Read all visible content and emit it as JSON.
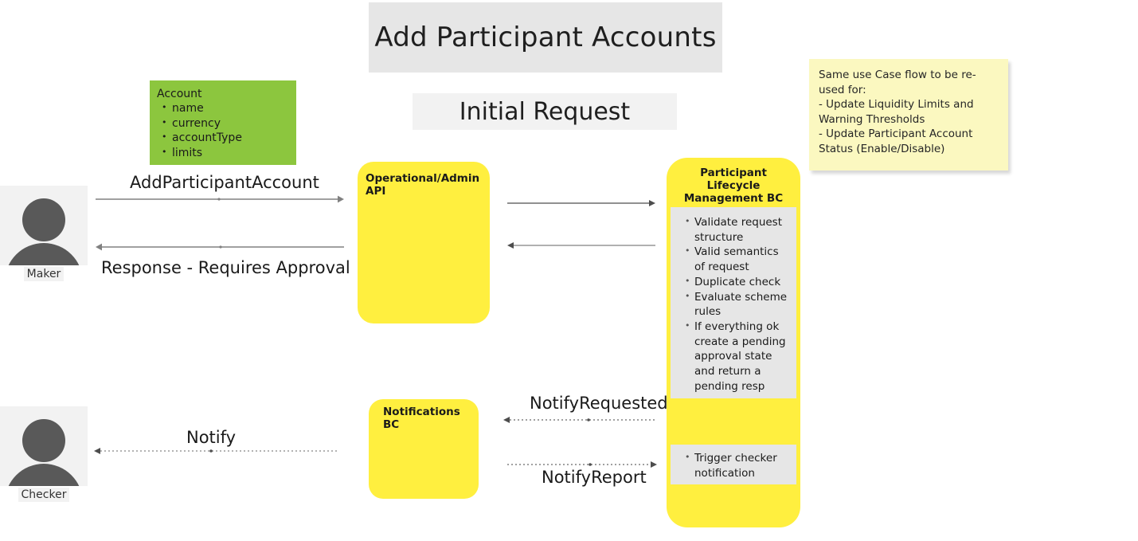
{
  "diagram": {
    "title": "Add Participant Accounts",
    "subtitle": "Initial Request"
  },
  "actors": [
    {
      "name": "Maker",
      "label": "Maker",
      "icon": "person-icon"
    },
    {
      "name": "Checker",
      "label": "Checker",
      "icon": "person-icon"
    }
  ],
  "data_object": {
    "title": "Account",
    "fields": [
      "name",
      "currency",
      "accountType",
      "limits"
    ],
    "color": "#8cc63e"
  },
  "lanes": [
    {
      "id": "operational-admin-api",
      "title": "Operational/Admin API",
      "color": "#ffef3f"
    },
    {
      "id": "notifications-bc",
      "title": "Notifications BC",
      "color": "#ffef3f"
    },
    {
      "id": "participant-lifecycle-management-bc",
      "title": "Participant Lifecycle Management BC",
      "color": "#ffef3f"
    }
  ],
  "activities": [
    {
      "id": "validate-activity",
      "items": [
        "Validate request structure",
        "Valid semantics of request",
        "Duplicate check",
        "Evaluate scheme rules",
        "If everything ok create a pending approval state and return a pending resp"
      ]
    },
    {
      "id": "trigger-activity",
      "items": [
        "Trigger checker notification"
      ]
    }
  ],
  "messages": [
    {
      "id": "add-participant-account",
      "label": "AddParticipantAccount",
      "style": "solid",
      "direction": "right"
    },
    {
      "id": "response-requires-approval",
      "label": "Response - Requires Approval",
      "style": "solid",
      "direction": "left"
    },
    {
      "id": "api-to-plm-request",
      "label": "",
      "style": "solid",
      "direction": "right"
    },
    {
      "id": "plm-to-api-response",
      "label": "",
      "style": "solid",
      "direction": "left"
    },
    {
      "id": "notify-requested",
      "label": "NotifyRequested",
      "style": "dotted",
      "direction": "left"
    },
    {
      "id": "notify-report",
      "label": "NotifyReport",
      "style": "dotted",
      "direction": "right"
    },
    {
      "id": "notify-checker",
      "label": "Notify",
      "style": "dotted",
      "direction": "left"
    }
  ],
  "note": {
    "id": "reuse-note",
    "color": "#fbf8c0",
    "lines": [
      "Same use Case flow to be re-used for:",
      "- Update Liquidity Limits and Warning Thresholds",
      "- Update Participant Account Status (Enable/Disable)"
    ],
    "text": "Same use Case flow to be re-used for:\n- Update Liquidity Limits and Warning Thresholds\n- Update Participant Account Status (Enable/Disable)"
  }
}
